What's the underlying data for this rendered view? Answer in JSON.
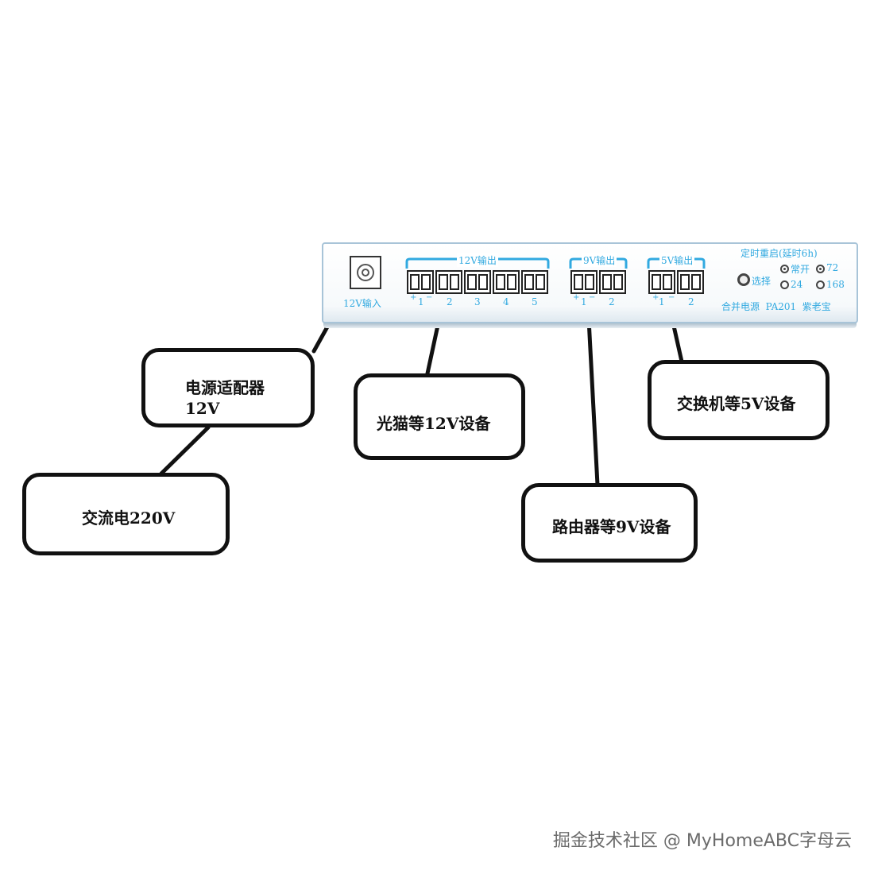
{
  "panel": {
    "input_label": "12V输入",
    "group12": {
      "title": "12V输出",
      "pins": [
        "1",
        "2",
        "3",
        "4",
        "5"
      ]
    },
    "group9": {
      "title": "9V输出",
      "pins": [
        "1",
        "2"
      ]
    },
    "group5": {
      "title": "5V输出",
      "pins": [
        "1",
        "2"
      ]
    },
    "plus": "+",
    "minus": "−",
    "timer_title": "定时重启(延时6h)",
    "select_label": "选择",
    "options": [
      "常开",
      "72",
      "24",
      "168"
    ],
    "footer": "合并电源  PA201  紫老宝"
  },
  "callouts": {
    "adapter_line1": "电源适配器",
    "adapter_line2": "12V",
    "ac": "交流电220V",
    "modem": "光猫等12V设备",
    "router": "路由器等9V设备",
    "switch": "交换机等5V设备"
  },
  "watermark": "掘金技术社区 @ MyHomeABC字母云"
}
